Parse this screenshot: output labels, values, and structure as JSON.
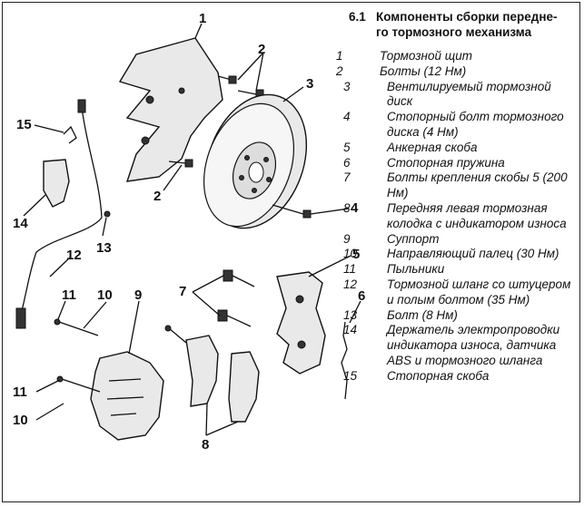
{
  "header": {
    "number": "6.1",
    "title_line1": "Компоненты сборки передне-",
    "title_line2": "го тормозного механизма"
  },
  "legend": [
    {
      "n": "1",
      "text": "Тормозной щит"
    },
    {
      "n": "2",
      "text": "Болты (12 Нм)"
    },
    {
      "n": "3",
      "text": "Вентилируемый тормозной диск"
    },
    {
      "n": "4",
      "text": "Стопорный болт тормозного диска (4 Нм)"
    },
    {
      "n": "5",
      "text": "Анкерная скоба"
    },
    {
      "n": "6",
      "text": "Стопорная пружина"
    },
    {
      "n": "7",
      "text": "Болты крепления скобы 5 (200 Нм)"
    },
    {
      "n": "8",
      "text": "Передняя левая тормозная колодка с индикатором износа"
    },
    {
      "n": "9",
      "text": "Суппорт"
    },
    {
      "n": "10",
      "text": "Направляющий палец (30 Нм)"
    },
    {
      "n": "11",
      "text": "Пыльники"
    },
    {
      "n": "12",
      "text": "Тормозной шланг со штуцером и полым болтом (35 Нм)"
    },
    {
      "n": "13",
      "text": "Болт (8 Нм)"
    },
    {
      "n": "14",
      "text": "Держатель электропроводки индикатора износа, датчика ABS и тормозного шланга"
    },
    {
      "n": "15",
      "text": "Стопорная скоба"
    }
  ],
  "callouts": {
    "c1": "1",
    "c2a": "2",
    "c2b": "2",
    "c3": "3",
    "c4": "4",
    "c5": "5",
    "c6": "6",
    "c7": "7",
    "c8": "8",
    "c9": "9",
    "c10a": "10",
    "c10b": "10",
    "c11a": "11",
    "c11b": "11",
    "c12": "12",
    "c13": "13",
    "c14": "14",
    "c15": "15"
  }
}
